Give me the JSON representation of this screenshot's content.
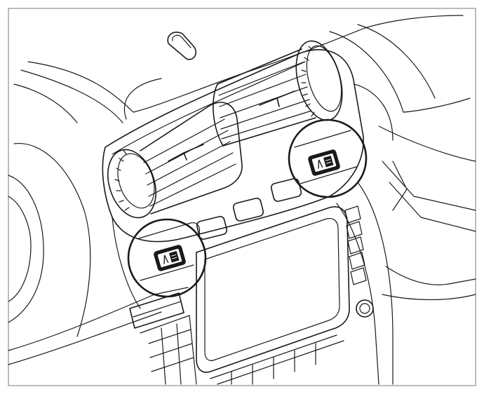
{
  "figure": {
    "subject": "dashboard-center-console-air-vents",
    "callouts": [
      {
        "id": "left-vent-thumbwheel",
        "icon": "vent-adjuster-switch-icon"
      },
      {
        "id": "right-vent-thumbwheel",
        "icon": "vent-adjuster-switch-icon"
      }
    ],
    "colors": {
      "line": "#1a1a1a",
      "frame": "#7a7a7a",
      "switch_fill": "#1a1a1a",
      "background": "#ffffff"
    }
  }
}
